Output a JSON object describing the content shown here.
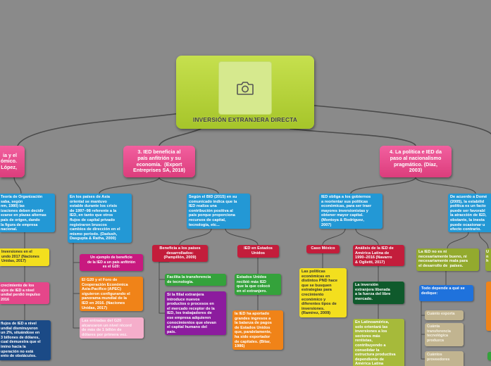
{
  "mindmap": {
    "central": {
      "title": "INVERSIÓN EXTRANJERA DIRECTA",
      "image_icon": "camera-icon"
    },
    "nodes": {
      "left_topic": "ia y el\nómico.\nLópez,",
      "topic_3": "3. IED beneficia al\npaís anfitrión y su\neconomía.  (Export\nEntreprises SA, 2018)",
      "topic_4": "4. La política e IED da\npaso al nacionalismo\npragmático. (Díaz,\n2003)",
      "left_theory": "Teoría de Organización\nsaba, según\nnm, 1980) las\nizaciones deben decidir\nezarse en plazas alternas\npaís de origen, dando\nla figura de empresa\nnacional.",
      "left_inversiones": "Inversiones en el\nundo 2017 (Naciones\nUnidas, 2017)",
      "left_crecimiento": "crecimiento de los\nujos de IED a nivel\nundial perdió impulso\n2016",
      "left_flujos": "flujos de IED a nivel\nundial disminuyeron\nun 2%, situándose en\n3 billones de dólares,\ncual demuestra que el\nimino hacia la\nuperación no está\nento de obstáculos.",
      "asia": "En los países de Asia\noriental se mantuvo\nestable durante los crisis\nde 1997–98 referente a la\nIED, en tanto que otros\nflujos de capital privado\nregistraron bruscos\ncambios de dirección en el\nmismo período. (Dadush,\nDasgupta & Ratha, 2000)",
      "bid": "Según el BID (2015) en su\ncomunicado indica que la\nIED realiza una\ncontribución positiva al\npaís porque proporciona\nrecursos de capital,\ntecnología, etc...",
      "ejemplo_g20": "Un ejemplo de beneficio\nde la IED a un país anfitrión\nes el G20:",
      "g20_apec": "El G20 y el Foro de\nCooperación Económica\nAsia-Pacífico (APEC)\nsiguieron configurando el\npanorama mundial de la\nIED en 2016. (Naciones\nUnidas, 2017)",
      "entradas_g20": "Las entradas del G20\nalcanzaron un nivel récord\nde más de 1 billón de\ndólares por primera vez.",
      "beneficia_desarrollados": "Beneficia a los países\ndesarrollados:\n(Pampillón, 2009)",
      "ied_eeuu": "IED en Estados\nUnidos",
      "transferencia": "Facilita la transferencia\nde tecnología.",
      "filial": "Si la filial extranjera\nintroduce nuevos\nproductos o procesos en\nel mercado receptor de la\nIED, los trabajadores de\nese empresa adquieren\nconocimientos que elevan\nel capital humano del\npaís.",
      "eeuu_recibio": "Estados Unidos\nrecibió más IED\nque la que colocó\nen el extranjero.",
      "eeuu_balanza": "la IED ha aportado\ngrandes ingresos a\nla balanza de pagos\nde Estados Unidos\nque, paralelamente,\nha sido exportador\nde capitales. (Bitar,\n1986)",
      "obliga": "IED obliga a los gobiernos\na reorientar sus políticas\neconómicas, para ser traer\nmayores inversionistas y\nobtener mayor capital.\n(Montoya & Rodríguez,\n2007)",
      "domenech": "De acuerdo a Domé\n(2005), la estabilid\npolítica es un facto\npuede ser favorabl\nla atracción de IED,\nobstante, la inesta\npuede ocasionar u\nefecto contrario.",
      "caso_mexico": "Caso México",
      "analisis_al": "Análisis de la IED de\nAmérica Latina de\n1990–2016 (Navarro\n& Oglietti, 2017)",
      "politicas_pnd": "Las políticas\neconómicas en\ndistintos PND hace\nque se busquen\nestrategias para\ncrecimiento\neconómico y\ndiferentes tipos de\ninversiones.\n(Ramírez, 2009)",
      "inversion_liberada": "La inversión\nextranjera liberada\na la fuerza del libre\nmercado.",
      "latinoamerica": "En Latinoamérica,\nsolo orientará las\ninversiones a los\nsectores más\nrentistas,\ncontribuyendo a\nconsolidar la\nestructura productiva\ndependiente de\nAmérica Latina",
      "ied_no_buena": "La IED no es ni\nnecesariamente bueno, ni\nnecesariamente mala para\nel desarrollo de  países.",
      "right_cut": "U\nn\nh",
      "todo_depende": "Todo depende a qué se\ndedique:",
      "exporta": "Cuánto exporta",
      "transferencia_tec": "Cuánta\ntransferencia\ntecnológica\nproduzca",
      "proveedores": "Cuántos\nproveedores"
    }
  },
  "colors": {
    "background": "#8a8a8a",
    "central_topic": "#b5d334",
    "main_topic": "#e5468a",
    "blue": "#2398d5",
    "navy": "#1b4a86",
    "magenta": "#c8197f",
    "orange": "#f08318",
    "light_pink": "#f5aecb",
    "red": "#c31d3b",
    "green": "#34a23b",
    "purple": "#8c1c9e",
    "yellow": "#f3df1e",
    "dark_green": "#0f5a2c",
    "olive": "#a6ba3a",
    "bright_blue": "#1f72dc",
    "beige": "#c1b490",
    "connector": "#4a4a4a"
  }
}
